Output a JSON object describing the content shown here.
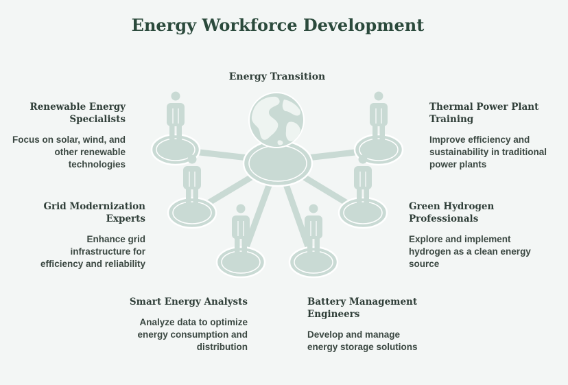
{
  "title": "Energy Workforce Development",
  "hub": {
    "label": "Energy Transition"
  },
  "colors": {
    "background": "#f3f6f5",
    "shape_fill": "#c9dad4",
    "shape_stroke": "#ffffff",
    "globe_land": "#eef4f1"
  },
  "roles": [
    {
      "id": "renewable",
      "title": "Renewable Energy Specialists",
      "description": "Focus on solar, wind, and other renewable technologies"
    },
    {
      "id": "thermal",
      "title": "Thermal Power Plant Training",
      "description": "Improve efficiency and sustainability in traditional power plants"
    },
    {
      "id": "grid",
      "title": "Grid Modernization Experts",
      "description": "Enhance grid infrastructure for efficiency and reliability"
    },
    {
      "id": "hydrogen",
      "title": "Green Hydrogen Professionals",
      "description": "Explore and implement hydrogen as a clean energy source"
    },
    {
      "id": "smart",
      "title": "Smart Energy Analysts",
      "description": "Analyze data to optimize energy consumption and distribution"
    },
    {
      "id": "battery",
      "title": "Battery Management Engineers",
      "description": "Develop and manage energy storage solutions"
    }
  ]
}
